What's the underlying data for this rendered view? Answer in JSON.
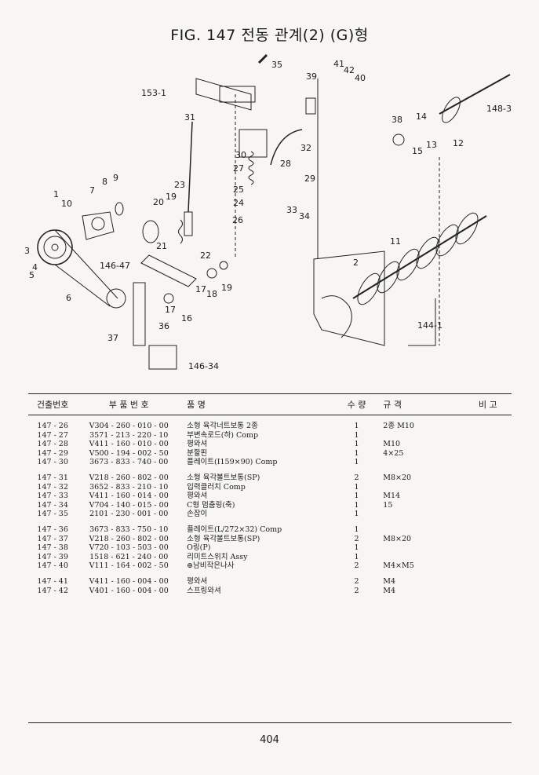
{
  "title": "FIG. 147 전동 관계(2) (G)형",
  "callouts": [
    "35",
    "153-1",
    "39",
    "41",
    "42",
    "40",
    "148-3",
    "31",
    "38",
    "14",
    "13",
    "15",
    "12",
    "30",
    "32",
    "28",
    "29",
    "27",
    "23",
    "25",
    "24",
    "33",
    "34",
    "26",
    "9",
    "8",
    "7",
    "1",
    "10",
    "19",
    "20",
    "11",
    "3",
    "4",
    "5",
    "21",
    "22",
    "146-47",
    "6",
    "18",
    "19",
    "17",
    "17",
    "16",
    "2",
    "144-1",
    "36",
    "37",
    "146-34"
  ],
  "table": {
    "headers": [
      "건출번호",
      "부 품 번 호",
      "품          명",
      "수 량",
      "규    격",
      "비 고"
    ],
    "groups": [
      [
        [
          "147 - 26",
          "V304 - 260 - 010 - 00",
          "소형 육각너트보통 2종",
          "1",
          "2종 M10",
          ""
        ],
        [
          "147 - 27",
          "3571 - 213 - 220 - 10",
          "부변속로드(하) Comp",
          "1",
          "",
          ""
        ],
        [
          "147 - 28",
          "V411 - 160 - 010 - 00",
          "평와셔",
          "1",
          "M10",
          ""
        ],
        [
          "147 - 29",
          "V500 - 194 - 002 - 50",
          "분할핀",
          "1",
          "4×25",
          ""
        ],
        [
          "147 - 30",
          "3673 - 833 - 740 - 00",
          "플레이트(I159×90) Comp",
          "1",
          "",
          ""
        ]
      ],
      [
        [
          "147 - 31",
          "V218 - 260 - 802 - 00",
          "소형 육각볼트보통(SP)",
          "2",
          "M8×20",
          ""
        ],
        [
          "147 - 32",
          "3652 - 833 - 210 - 10",
          "입력클러치 Comp",
          "1",
          "",
          ""
        ],
        [
          "147 - 33",
          "V411 - 160 - 014 - 00",
          "평와셔",
          "1",
          "M14",
          ""
        ],
        [
          "147 - 34",
          "V704 - 140 - 015 - 00",
          "C형 멈춤링(축)",
          "1",
          "15",
          ""
        ],
        [
          "147 - 35",
          "2101 - 230 - 001 - 00",
          "손잡이",
          "1",
          "",
          ""
        ]
      ],
      [
        [
          "147 - 36",
          "3673 - 833 - 750 - 10",
          "플레이트(L/272×32) Comp",
          "1",
          "",
          ""
        ],
        [
          "147 - 37",
          "V218 - 260 - 802 - 00",
          "소형 육각볼트보통(SP)",
          "2",
          "M8×20",
          ""
        ],
        [
          "147 - 38",
          "V720 - 103 - 503 - 00",
          "O링(P)",
          "1",
          "",
          ""
        ],
        [
          "147 - 39",
          "1518 - 621 - 240 - 00",
          "리미트스위치 Assy",
          "1",
          "",
          ""
        ],
        [
          "147 - 40",
          "V111 - 164 - 002 - 50",
          "⊕남비작은나사",
          "2",
          "M4×M5",
          ""
        ]
      ],
      [
        [
          "147 - 41",
          "V411 - 160 - 004 - 00",
          "평와셔",
          "2",
          "M4",
          ""
        ],
        [
          "147 - 42",
          "V401 - 160 - 004 - 00",
          "스프링와셔",
          "2",
          "M4",
          ""
        ]
      ]
    ]
  },
  "page_number": "404"
}
